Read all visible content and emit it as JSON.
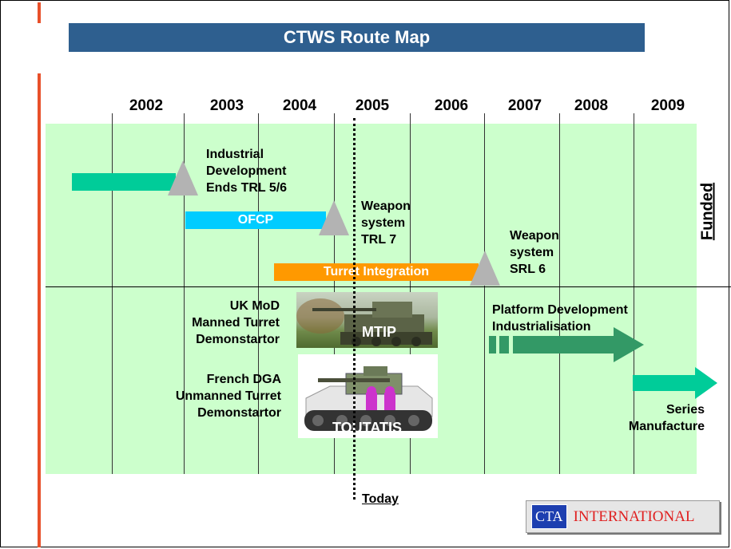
{
  "title": "CTWS Route Map",
  "years": [
    "2002",
    "2003",
    "2004",
    "2005",
    "2006",
    "2007",
    "2008",
    "2009"
  ],
  "funded_label": "Funded",
  "milestones": {
    "industrial": [
      "Industrial",
      "Development",
      "Ends TRL 5/6"
    ],
    "weapon_trl7": [
      "Weapon",
      "system",
      "TRL 7"
    ],
    "weapon_srl6": [
      "Weapon",
      "system",
      "SRL 6"
    ]
  },
  "bars": {
    "ofcp": "OFCP",
    "turret_integration": "Turret Integration"
  },
  "demonstrators": {
    "uk": [
      "UK MoD",
      "Manned Turret",
      "Demonstartor"
    ],
    "french": [
      "French DGA",
      "Unmanned Turret",
      "Demonstartor"
    ],
    "mtip": "MTIP",
    "toutatis": "TOUTATIS"
  },
  "platform": [
    "Platform Development",
    "Industrialisation"
  ],
  "series": [
    "Series",
    "Manufacture"
  ],
  "today": "Today",
  "logo": {
    "cta": "CTA",
    "intl": "INTERNATIONAL"
  },
  "colors": {
    "title_bg": "#2e5f8f",
    "funded_area": "#ccffcc",
    "teal_bar": "#00cc99",
    "ofcp_bar": "#00ccff",
    "turret_bar": "#ff9900",
    "milestone": "#b3b3b3",
    "platform_arrow": "#339966",
    "series_arrow": "#00cc99",
    "accent_line": "#e8502a"
  }
}
